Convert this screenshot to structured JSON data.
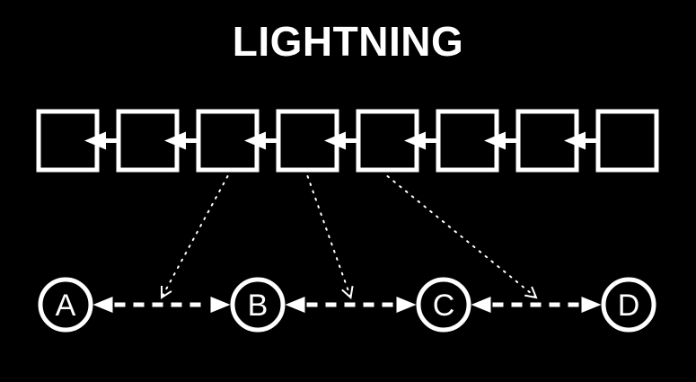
{
  "title": "LIGHTNING",
  "colors": {
    "background": "#000000",
    "foreground": "#ffffff"
  },
  "blockchain": {
    "block_count": 8,
    "link_direction": "left",
    "link_style": "solid-arrow"
  },
  "nodes": [
    {
      "id": "A",
      "label": "A"
    },
    {
      "id": "B",
      "label": "B"
    },
    {
      "id": "C",
      "label": "C"
    },
    {
      "id": "D",
      "label": "D"
    }
  ],
  "channels": [
    {
      "id": "A-B",
      "from": "A",
      "to": "B",
      "style": "dashed",
      "bidirectional": true
    },
    {
      "id": "B-C",
      "from": "B",
      "to": "C",
      "style": "dashed",
      "bidirectional": true
    },
    {
      "id": "C-D",
      "from": "C",
      "to": "D",
      "style": "dashed",
      "bidirectional": true
    }
  ],
  "anchor_arrows": [
    {
      "from_block": 3,
      "to_channel": "A-B",
      "style": "dotted"
    },
    {
      "from_block": 4,
      "to_channel": "B-C",
      "style": "dotted"
    },
    {
      "from_block": 5,
      "to_channel": "C-D",
      "style": "dotted"
    }
  ]
}
